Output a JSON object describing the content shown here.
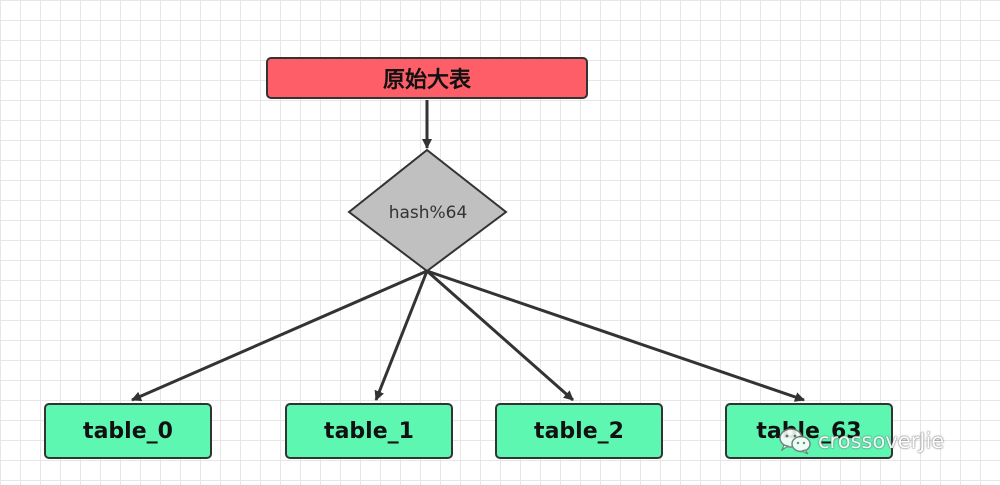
{
  "diagram": {
    "root": {
      "label": "原始大表"
    },
    "decision": {
      "label": "hash%64"
    },
    "tables": [
      {
        "label": "table_0"
      },
      {
        "label": "table_1"
      },
      {
        "label": "table_2"
      },
      {
        "label": "table_63"
      }
    ]
  },
  "watermark": {
    "text": "crossoverJie",
    "icon": "wechat-icon"
  },
  "colors": {
    "root_fill": "#fd5e68",
    "decision_fill": "#c0c0c0",
    "table_fill": "#5ef7b2",
    "stroke": "#333333",
    "grid": "#e6e6e6"
  }
}
